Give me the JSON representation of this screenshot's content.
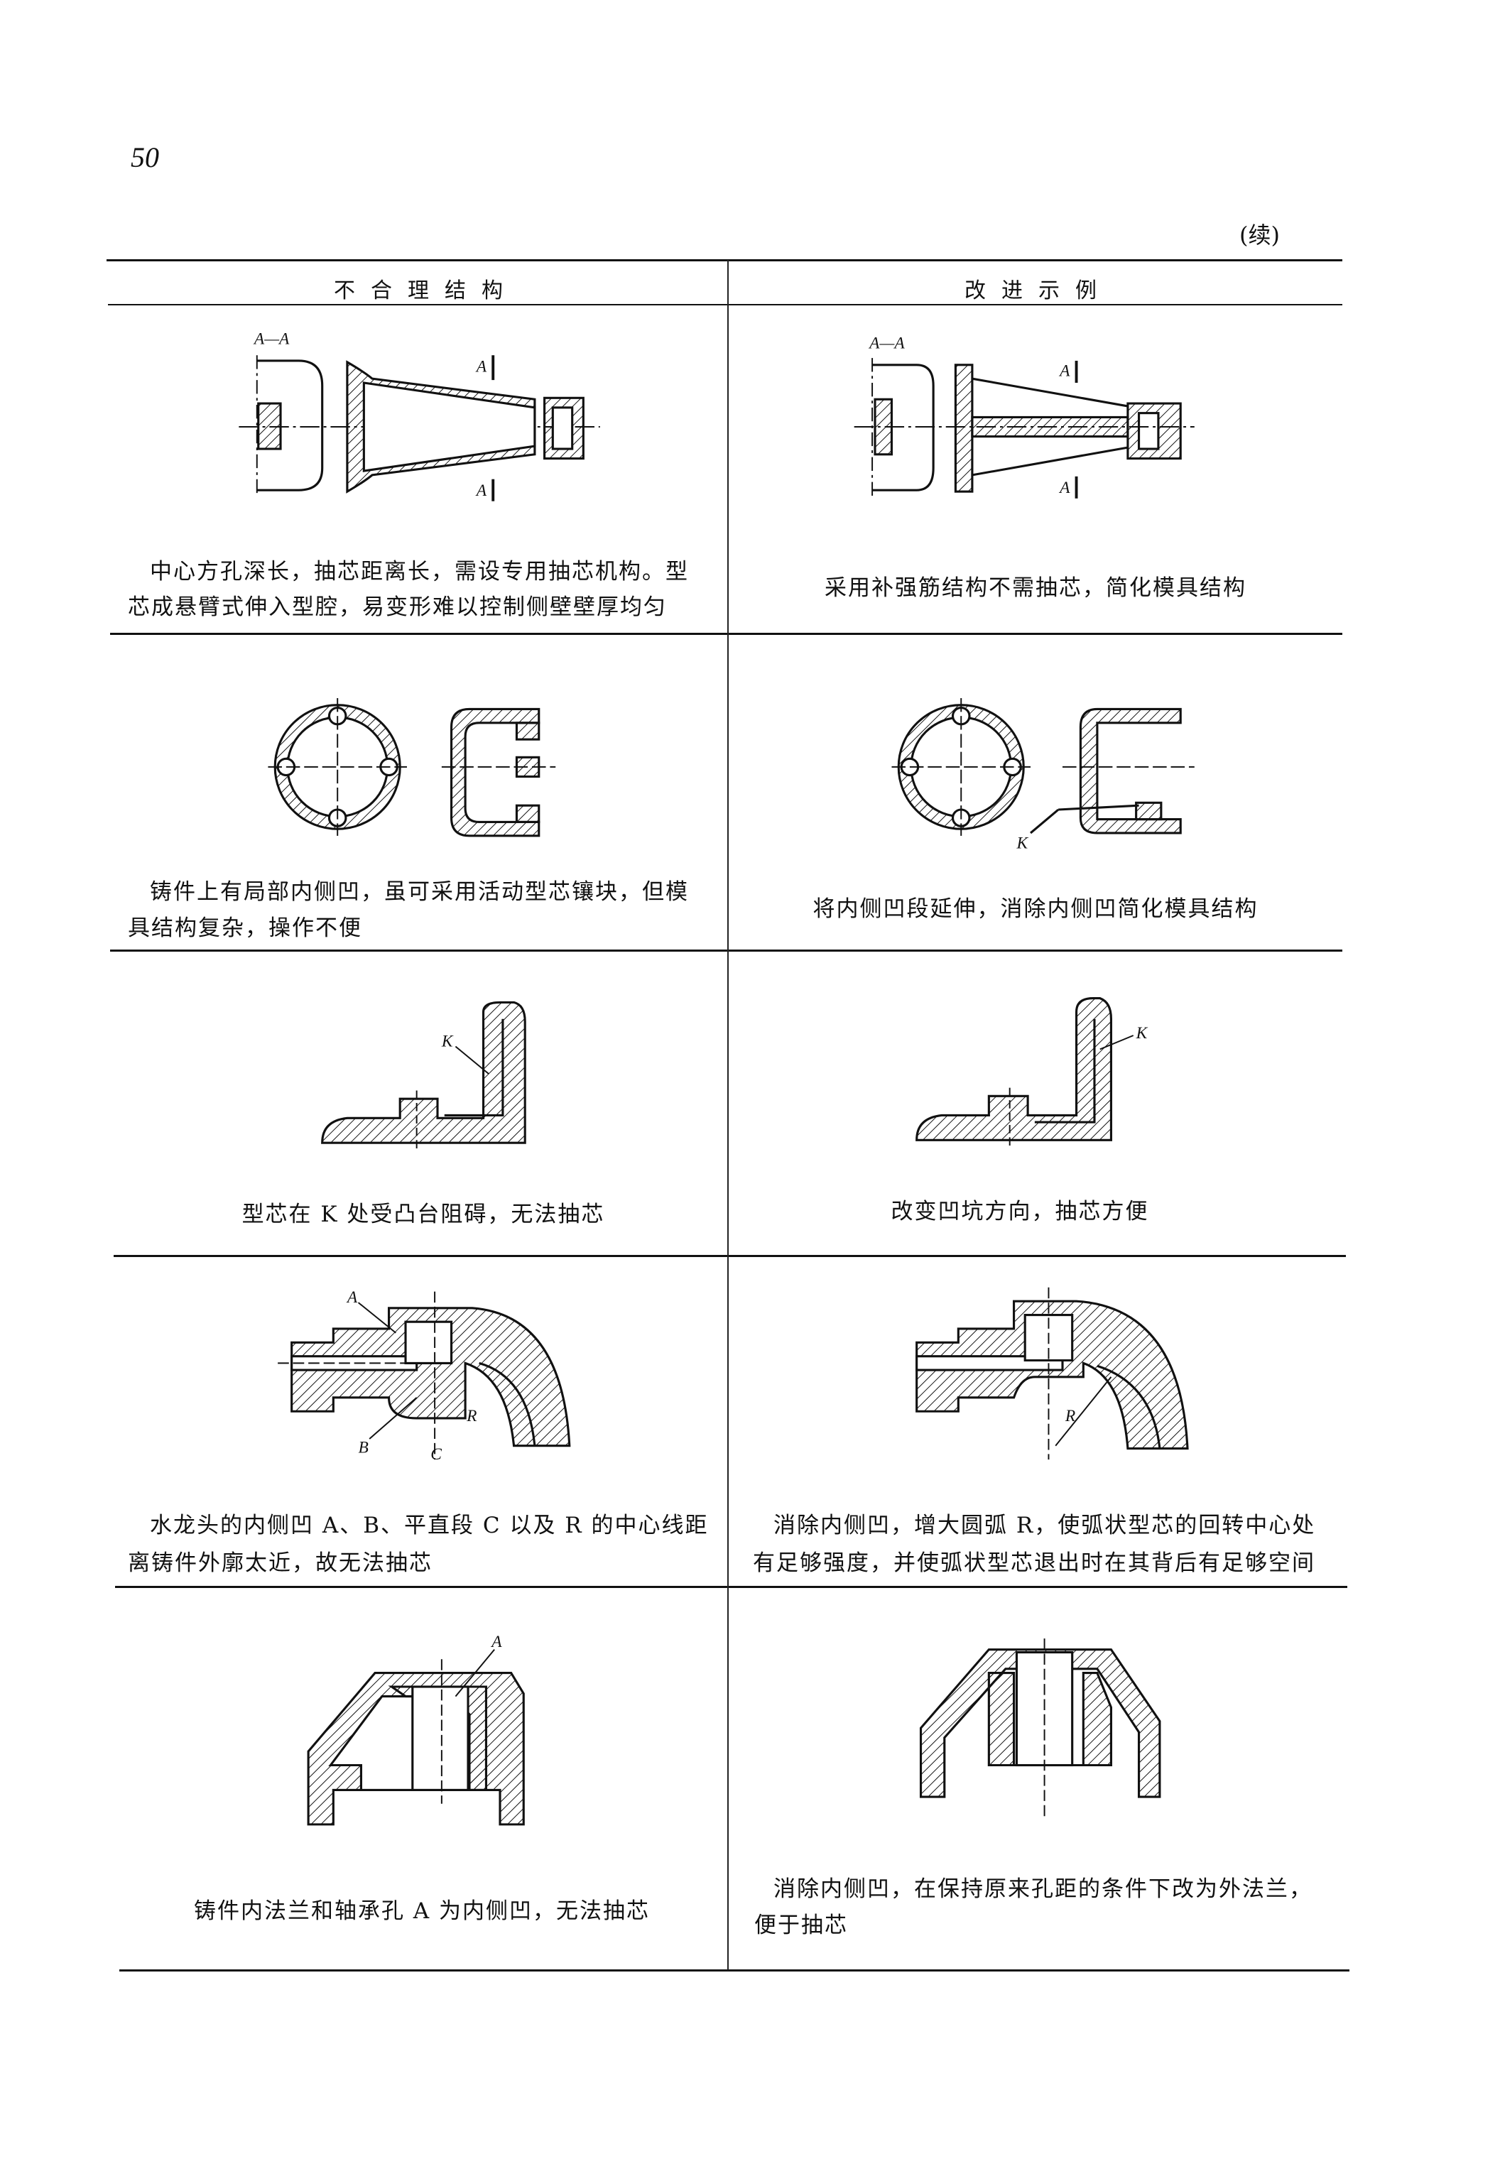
{
  "page_number": "50",
  "continued_label": "(续)",
  "table": {
    "headers": {
      "left": "不合理结构",
      "right": "改进示例"
    },
    "rows": [
      {
        "left": [
          "中心方孔深长，抽芯距离长，需设专用抽芯机构。型",
          "芯成悬臂式伸入型腔，易变形难以控制侧壁壁厚均匀"
        ],
        "right": [
          "采用补强筋结构不需抽芯，简化模具结构"
        ],
        "left_labels": [
          "A—A",
          "A",
          "A"
        ],
        "right_labels": [
          "A—A",
          "A",
          "A"
        ]
      },
      {
        "left": [
          "铸件上有局部内侧凹，虽可采用活动型芯镶块，但模",
          "具结构复杂，操作不便"
        ],
        "right": [
          "将内侧凹段延伸，消除内侧凹简化模具结构"
        ],
        "right_labels": [
          "K"
        ]
      },
      {
        "left": [
          "型芯在 K 处受凸台阻碍，无法抽芯"
        ],
        "right": [
          "改变凹坑方向，抽芯方便"
        ],
        "left_labels": [
          "K"
        ],
        "right_labels": [
          "K"
        ]
      },
      {
        "left": [
          "水龙头的内侧凹 A、B、平直段 C 以及 R 的中心线距",
          "离铸件外廓太近，故无法抽芯"
        ],
        "right": [
          "消除内侧凹，增大圆弧 R，使弧状型芯的回转中心处",
          "有足够强度，并使弧状型芯退出时在其背后有足够空间"
        ],
        "left_labels": [
          "A",
          "B",
          "C",
          "R"
        ],
        "right_labels": [
          "R"
        ]
      },
      {
        "left": [
          "铸件内法兰和轴承孔 A 为内侧凹，无法抽芯"
        ],
        "right": [
          "消除内侧凹，在保持原来孔距的条件下改为外法兰，",
          "便于抽芯"
        ],
        "left_labels": [
          "A"
        ]
      }
    ]
  }
}
